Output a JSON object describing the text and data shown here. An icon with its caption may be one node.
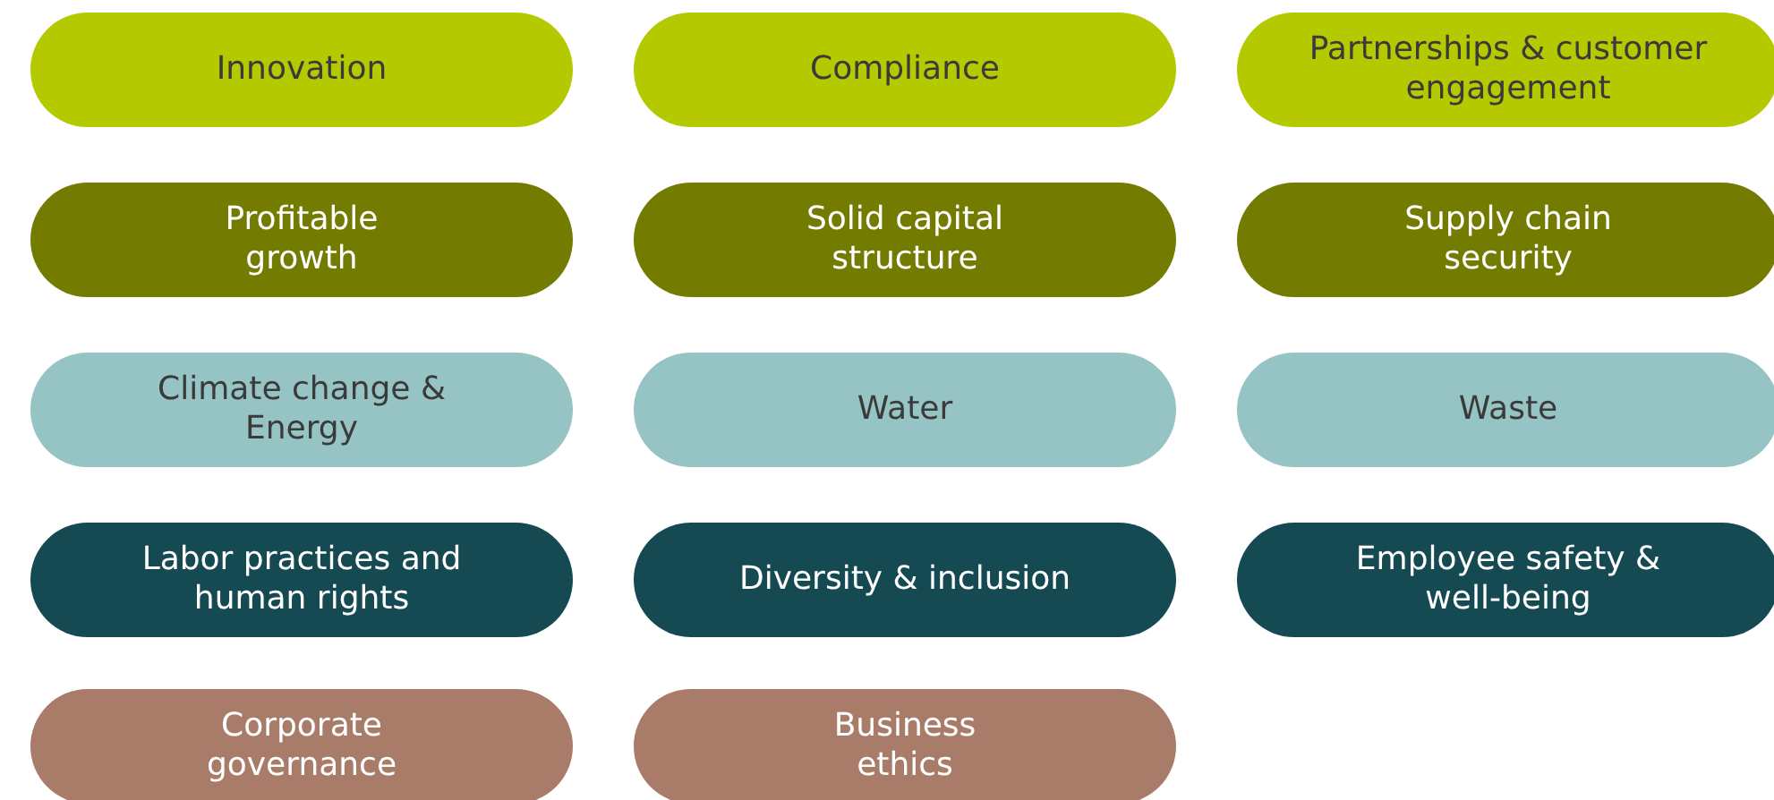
{
  "diagram": {
    "nodes": [
      {
        "text": [
          "Innovation"
        ]
      },
      {
        "text": [
          "Compliance"
        ]
      },
      {
        "text": [
          "Partnerships & customer engagement"
        ]
      },
      {
        "text": [
          "Profitable growth"
        ]
      },
      {
        "text": [
          "Solid capital structure"
        ]
      },
      {
        "text": [
          "Supply chain security"
        ]
      },
      {
        "text": [
          "Climate change & Energy"
        ]
      },
      {
        "text": [
          "Water"
        ]
      },
      {
        "text": [
          "Waste"
        ]
      },
      {
        "text": [
          "Labor practices and human rights"
        ]
      },
      {
        "text": [
          "Diversity & inclusion"
        ]
      },
      {
        "text": [
          "Employee safety & well-being"
        ]
      },
      {
        "text": [
          "Corporate governance"
        ]
      },
      {
        "text": [
          "Business ethics"
        ]
      }
    ]
  }
}
